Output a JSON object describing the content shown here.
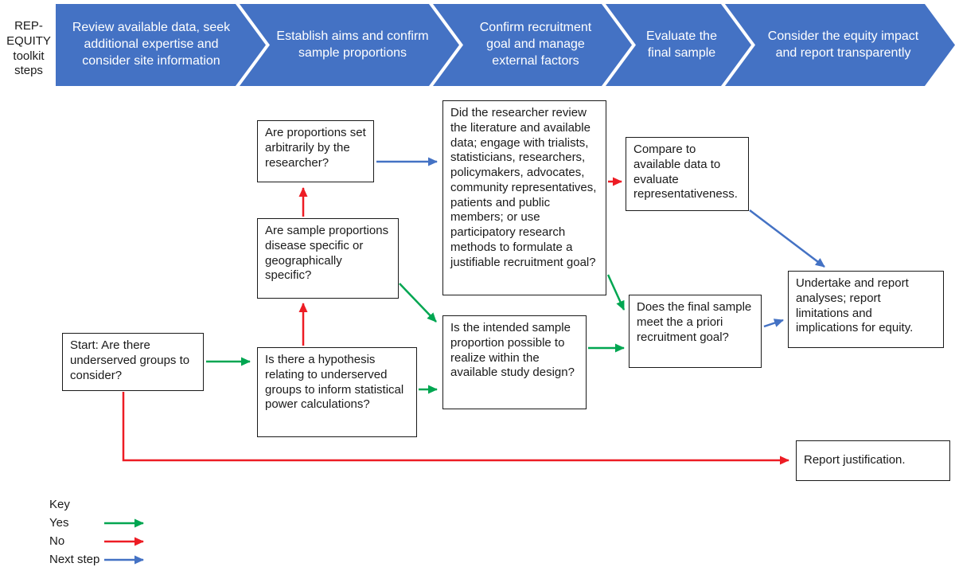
{
  "banner": {
    "side_label": "REP-EQUITY toolkit steps",
    "steps": [
      {
        "label": "Review available data, seek additional expertise and consider site information"
      },
      {
        "label": "Establish aims and confirm sample proportions"
      },
      {
        "label": "Confirm recruitment goal and manage external factors"
      },
      {
        "label": "Evaluate the final sample"
      },
      {
        "label": "Consider the equity impact and report transparently"
      }
    ]
  },
  "flow": {
    "nodes": {
      "start": {
        "text": "Start: Are there underserved groups to consider?"
      },
      "hypothesis": {
        "text": "Is there a hypothesis relating to underserved groups to inform statistical power calculations?"
      },
      "sample_proportions": {
        "text": "Are sample proportions disease specific or geographically specific?"
      },
      "arbitrary": {
        "text": "Are proportions set arbitrarily by the researcher?"
      },
      "researcher_review": {
        "text": "Did the researcher review the literature and available data; engage with trialists, statisticians, researchers, policymakers, advocates, community representatives, patients and public members; or use participatory research methods to formulate a justifiable recruitment goal?"
      },
      "intended_sample": {
        "text": "Is the intended sample proportion possible to realize within the available study design?"
      },
      "compare": {
        "text": "Compare to available data to evaluate representativeness."
      },
      "final_sample": {
        "text": "Does the final sample meet the a priori recruitment goal?"
      },
      "undertake": {
        "text": "Undertake and report analyses; report limitations and implications for equity."
      },
      "report_justification": {
        "text": "Report justification."
      }
    },
    "edges": [
      {
        "from": "start",
        "to": "hypothesis",
        "type": "yes"
      },
      {
        "from": "hypothesis",
        "to": "sample_proportions",
        "type": "no"
      },
      {
        "from": "sample_proportions",
        "to": "arbitrary",
        "type": "no"
      },
      {
        "from": "arbitrary",
        "to": "researcher_review",
        "type": "next_step"
      },
      {
        "from": "sample_proportions",
        "to": "intended_sample",
        "type": "yes"
      },
      {
        "from": "hypothesis",
        "to": "intended_sample",
        "type": "yes"
      },
      {
        "from": "researcher_review",
        "to": "compare",
        "type": "no"
      },
      {
        "from": "researcher_review",
        "to": "final_sample",
        "type": "yes"
      },
      {
        "from": "intended_sample",
        "to": "final_sample",
        "type": "yes"
      },
      {
        "from": "final_sample",
        "to": "undertake",
        "type": "next_step"
      },
      {
        "from": "compare",
        "to": "undertake",
        "type": "next_step"
      },
      {
        "from": "start",
        "to": "report_justification",
        "type": "no"
      }
    ]
  },
  "key": {
    "title": "Key",
    "items": [
      {
        "label": "Yes",
        "color": "#00A651"
      },
      {
        "label": "No",
        "color": "#ED1C24"
      },
      {
        "label": "Next step",
        "color": "#4472C4"
      }
    ]
  },
  "colors": {
    "yes": "#00A651",
    "no": "#ED1C24",
    "next_step": "#4472C4",
    "banner": "#4472C4",
    "banner_text": "#FFFFFF"
  }
}
